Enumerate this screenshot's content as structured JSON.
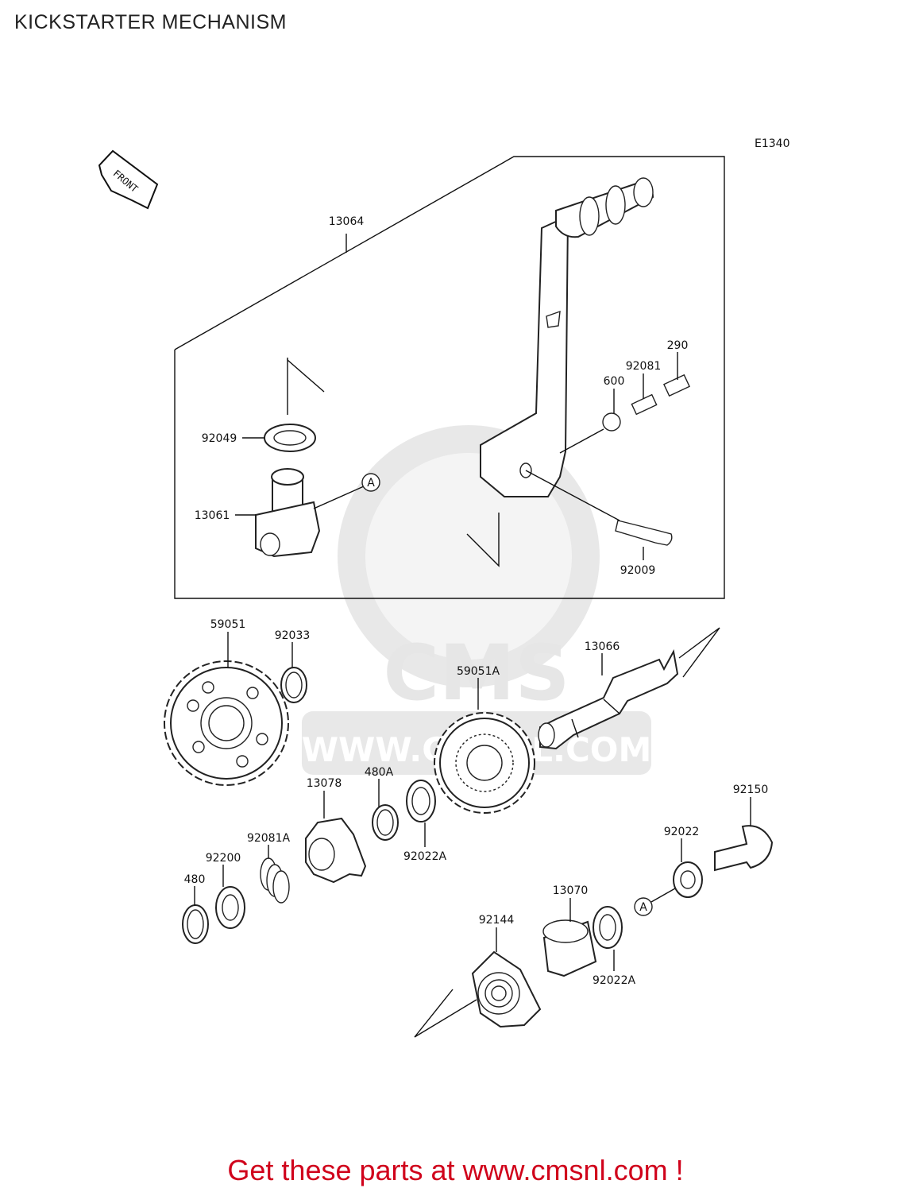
{
  "title": "KICKSTARTER MECHANISM",
  "diagram_code": "E1340",
  "front_label": "FRONT",
  "watermark": {
    "logo_text": "CMS",
    "url_text": "WWW.CMSNL.COM"
  },
  "callout": "A",
  "parts": {
    "p13064": "13064",
    "p290": "290",
    "p92081": "92081",
    "p600": "600",
    "p92049": "92049",
    "p13061": "13061",
    "p92009": "92009",
    "p59051": "59051",
    "p92033": "92033",
    "p13066": "13066",
    "p59051A": "59051A",
    "p480A": "480A",
    "p13078": "13078",
    "p92081A": "92081A",
    "p92200": "92200",
    "p480": "480",
    "p92022A_1": "92022A",
    "p92150": "92150",
    "p92022": "92022",
    "p13070": "13070",
    "p92022A_2": "92022A",
    "p92144": "92144"
  },
  "footer": "Get these parts at www.cmsnl.com !"
}
